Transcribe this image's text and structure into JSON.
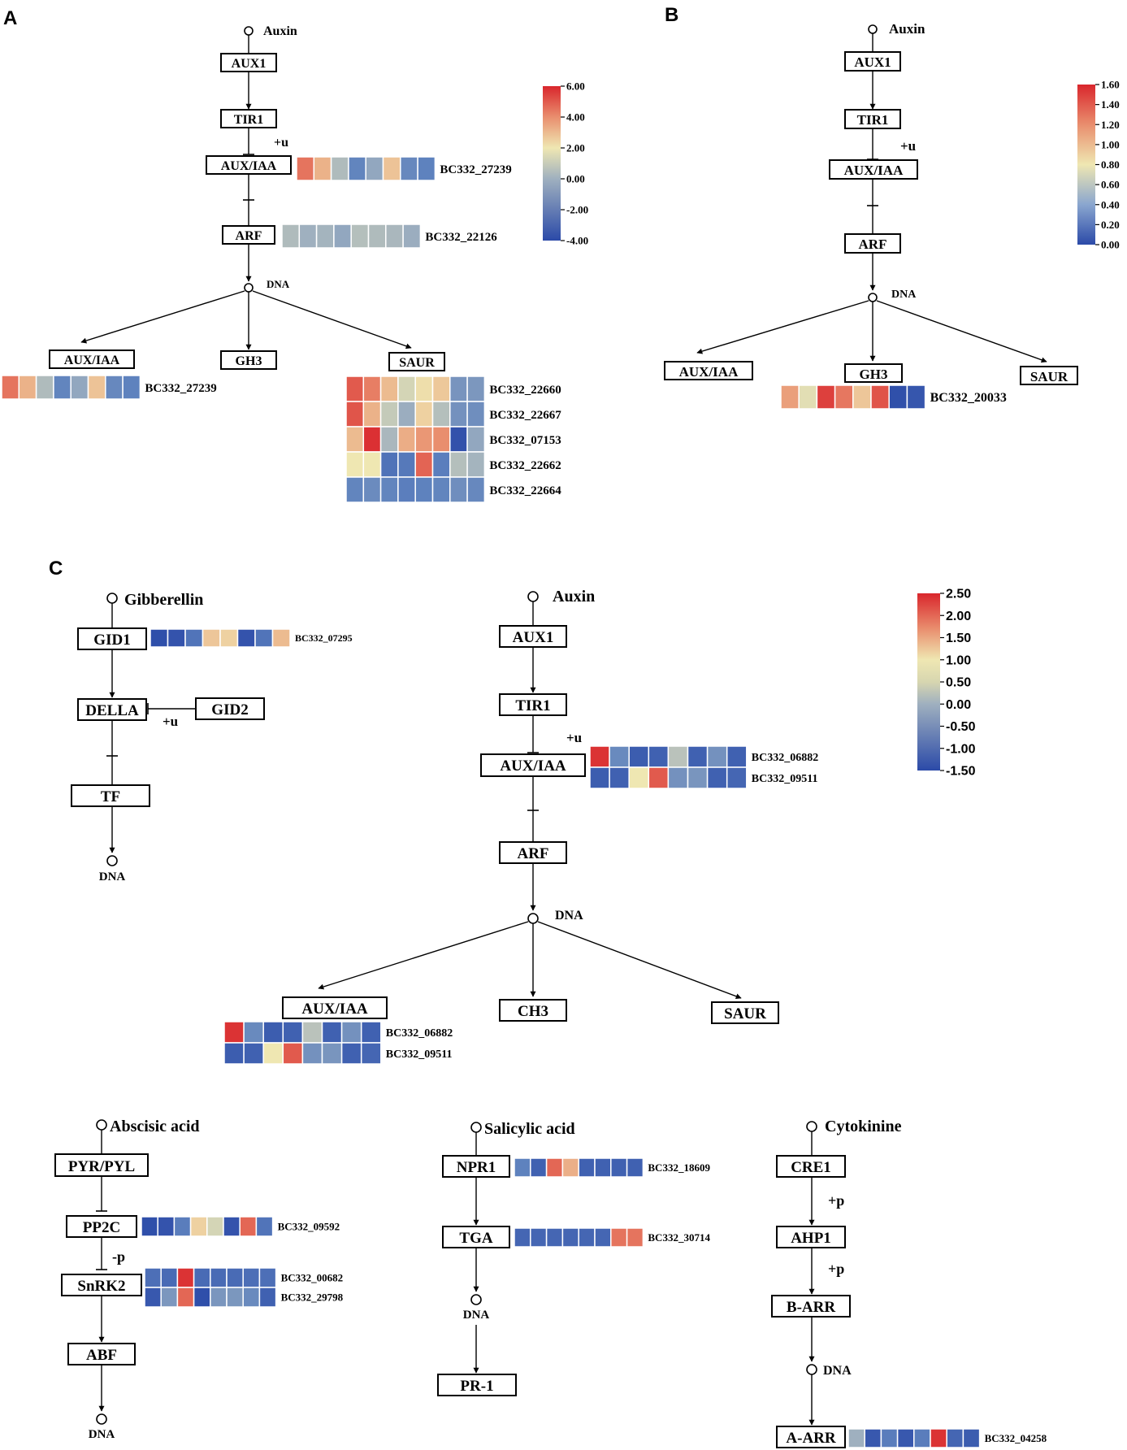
{
  "panels": {
    "A": {
      "letter": "A",
      "nodes": {
        "auxin": "Auxin",
        "aux1": "AUX1",
        "tir1": "TIR1",
        "auxiaa": "AUX/IAA",
        "arf": "ARF",
        "dna": "DNA",
        "auxiaa_out": "AUX/IAA",
        "gh3": "GH3",
        "saur": "SAUR"
      },
      "annotations": {
        "ubiq": "+u"
      },
      "colorbar": {
        "min": -4,
        "max": 6,
        "ticks": [
          "6.00",
          "4.00",
          "2.00",
          "0.00",
          "-2.00",
          "-4.00"
        ]
      },
      "heatmaps": {
        "auxiaa": [
          {
            "gene": "BC332_27239",
            "values": [
              4.5,
              3.2,
              0.8,
              -0.9,
              0.2,
              2.8,
              -0.8,
              -1.0
            ]
          }
        ],
        "arf": [
          {
            "gene": "BC332_22126",
            "values": [
              0.8,
              0.5,
              0.6,
              0.2,
              0.9,
              0.8,
              0.7,
              0.4
            ]
          }
        ],
        "auxiaa_out": [
          {
            "gene": "BC332_27239",
            "values": [
              4.5,
              3.2,
              0.8,
              -0.9,
              0.2,
              2.8,
              -0.8,
              -1.0
            ]
          }
        ],
        "saur": [
          {
            "gene": "BC332_22660",
            "values": [
              5.0,
              4.3,
              3.0,
              1.5,
              2.2,
              2.7,
              -0.4,
              -0.3
            ]
          },
          {
            "gene": "BC332_22667",
            "values": [
              5.1,
              3.2,
              1.2,
              0.4,
              2.5,
              0.9,
              -0.5,
              -0.6
            ]
          },
          {
            "gene": "BC332_07153",
            "values": [
              3.0,
              5.8,
              0.7,
              3.3,
              3.8,
              4.0,
              -3.6,
              0.2
            ]
          },
          {
            "gene": "BC332_22662",
            "values": [
              2.0,
              2.0,
              -1.8,
              -1.5,
              4.8,
              -1.2,
              0.9,
              0.6
            ]
          },
          {
            "gene": "BC332_22664",
            "values": [
              -0.9,
              -0.7,
              -0.9,
              -1.2,
              -1.0,
              -0.9,
              -0.6,
              -0.8
            ]
          }
        ]
      }
    },
    "B": {
      "letter": "B",
      "nodes": {
        "auxin": "Auxin",
        "aux1": "AUX1",
        "tir1": "TIR1",
        "auxiaa": "AUX/IAA",
        "arf": "ARF",
        "dna": "DNA",
        "auxiaa_out": "AUX/IAA",
        "gh3": "GH3",
        "saur": "SAUR"
      },
      "annotations": {
        "ubiq": "+u"
      },
      "colorbar": {
        "min": 0,
        "max": 1.6,
        "ticks": [
          "1.60",
          "1.40",
          "1.20",
          "1.00",
          "0.80",
          "0.60",
          "0.40",
          "0.20",
          "0.00"
        ]
      },
      "heatmaps": {
        "gh3": [
          {
            "gene": "BC332_20033",
            "values": [
              1.22,
              0.92,
              1.52,
              1.35,
              1.08,
              1.46,
              0.05,
              0.1
            ]
          }
        ]
      }
    },
    "C": {
      "letter": "C",
      "colorbar": {
        "min": -1.5,
        "max": 2.5,
        "ticks": [
          "2.50",
          "2.00",
          "1.50",
          "1.00",
          "0.50",
          "0.00",
          "-0.50",
          "-1.00",
          "-1.50"
        ]
      },
      "gibberellin": {
        "nodes": {
          "signal": "Gibberellin",
          "gid1": "GID1",
          "della": "DELLA",
          "gid2": "GID2",
          "tf": "TF",
          "dna": "DNA"
        },
        "annotations": {
          "ubiq": "+u"
        },
        "heatmaps": {
          "gid1": [
            {
              "gene": "BC332_07295",
              "values": [
                -1.4,
                -1.3,
                -0.6,
                1.2,
                1.1,
                -1.3,
                -0.6,
                1.3
              ]
            }
          ]
        }
      },
      "auxin": {
        "nodes": {
          "signal": "Auxin",
          "aux1": "AUX1",
          "tir1": "TIR1",
          "auxiaa": "AUX/IAA",
          "arf": "ARF",
          "dna": "DNA",
          "auxiaa_out": "AUX/IAA",
          "ch3": "CH3",
          "saur": "SAUR"
        },
        "annotations": {
          "ubiq": "+u"
        },
        "heatmaps": {
          "auxiaa": [
            {
              "gene": "BC332_06882",
              "values": [
                2.4,
                -0.2,
                -1.1,
                -1.0,
                0.5,
                -1.0,
                -0.1,
                -1.0
              ]
            },
            {
              "gene": "BC332_09511",
              "values": [
                -1.1,
                -1.0,
                0.9,
                2.1,
                -0.1,
                -0.05,
                -1.0,
                -0.9
              ]
            }
          ],
          "auxiaa_out": [
            {
              "gene": "BC332_06882",
              "values": [
                2.4,
                -0.2,
                -1.1,
                -1.0,
                0.5,
                -1.0,
                -0.1,
                -1.0
              ]
            },
            {
              "gene": "BC332_09511",
              "values": [
                -1.1,
                -1.0,
                0.9,
                2.1,
                -0.1,
                -0.05,
                -1.0,
                -0.9
              ]
            }
          ]
        }
      },
      "aba": {
        "nodes": {
          "signal": "Abscisic acid",
          "pyr": "PYR/PYL",
          "pp2c": "PP2C",
          "snrk2": "SnRK2",
          "abf": "ABF",
          "dna": "DNA"
        },
        "annotations": {
          "dephos": "-p"
        },
        "heatmaps": {
          "pp2c": [
            {
              "gene": "BC332_09592",
              "values": [
                -1.4,
                -1.3,
                -0.4,
                1.1,
                0.7,
                -1.3,
                2.0,
                -0.6
              ]
            }
          ],
          "snrk2": [
            {
              "gene": "BC332_00682",
              "values": [
                -0.7,
                -0.8,
                2.4,
                -0.8,
                -0.8,
                -0.8,
                -0.7,
                -0.7
              ]
            },
            {
              "gene": "BC332_29798",
              "values": [
                -1.2,
                -0.02,
                2.0,
                -1.4,
                -0.04,
                -0.03,
                -0.2,
                -1.0
              ]
            }
          ]
        }
      },
      "sa": {
        "nodes": {
          "signal": "Salicylic acid",
          "npr1": "NPR1",
          "tga": "TGA",
          "dna": "DNA",
          "pr1": "PR-1"
        },
        "heatmaps": {
          "npr1": [
            {
              "gene": "BC332_18609",
              "values": [
                -0.3,
                -1.0,
                2.0,
                1.4,
                -1.0,
                -1.0,
                -1.0,
                -1.0
              ]
            }
          ],
          "tga": [
            {
              "gene": "BC332_30714",
              "values": [
                -0.9,
                -0.9,
                -0.9,
                -0.9,
                -0.9,
                -0.9,
                1.9,
                1.9
              ]
            }
          ]
        }
      },
      "ck": {
        "nodes": {
          "signal": "Cytokinine",
          "cre1": "CRE1",
          "ahp1": "AHP1",
          "barr": "B-ARR",
          "dna": "DNA",
          "aarr": "A-ARR"
        },
        "annotations": {
          "phos1": "+p",
          "phos2": "+p"
        },
        "heatmaps": {
          "aarr": [
            {
              "gene": "BC332_04258",
              "values": [
                0.3,
                -1.2,
                -0.4,
                -1.2,
                -0.4,
                2.4,
                -0.9,
                -1.1
              ]
            }
          ]
        }
      }
    }
  }
}
